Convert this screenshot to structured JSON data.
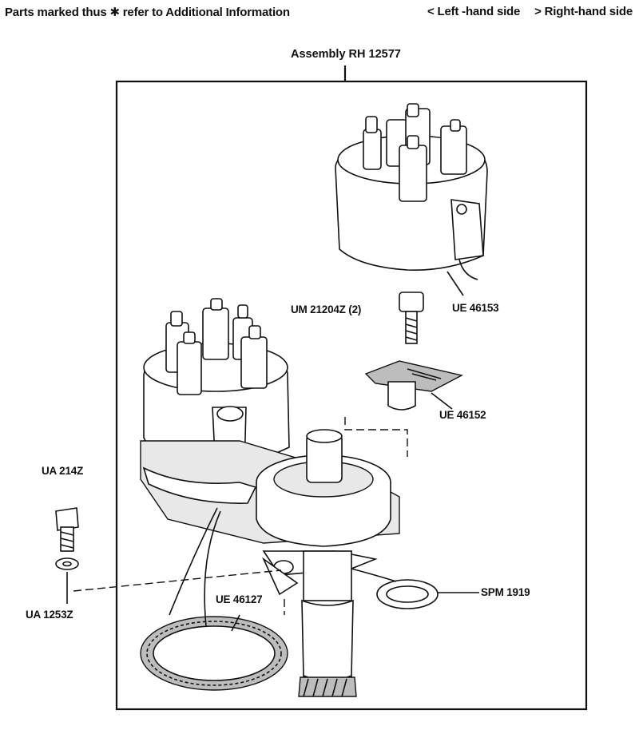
{
  "header": {
    "note": "Parts marked thus ✱ refer to Additional Information",
    "lhs": "< Left -hand side",
    "rhs": "> Right-hand side"
  },
  "assembly": {
    "title": "Assembly RH 12577"
  },
  "parts": {
    "distributor_cap": "UE 46153",
    "cap_screw": "UM 21204Z (2)",
    "rotor_arm": "UE 46152",
    "bolt": "UA 214Z",
    "washer": "UA 1253Z",
    "trigger_ring": "UE 46127",
    "o_ring": "SPM 1919"
  }
}
